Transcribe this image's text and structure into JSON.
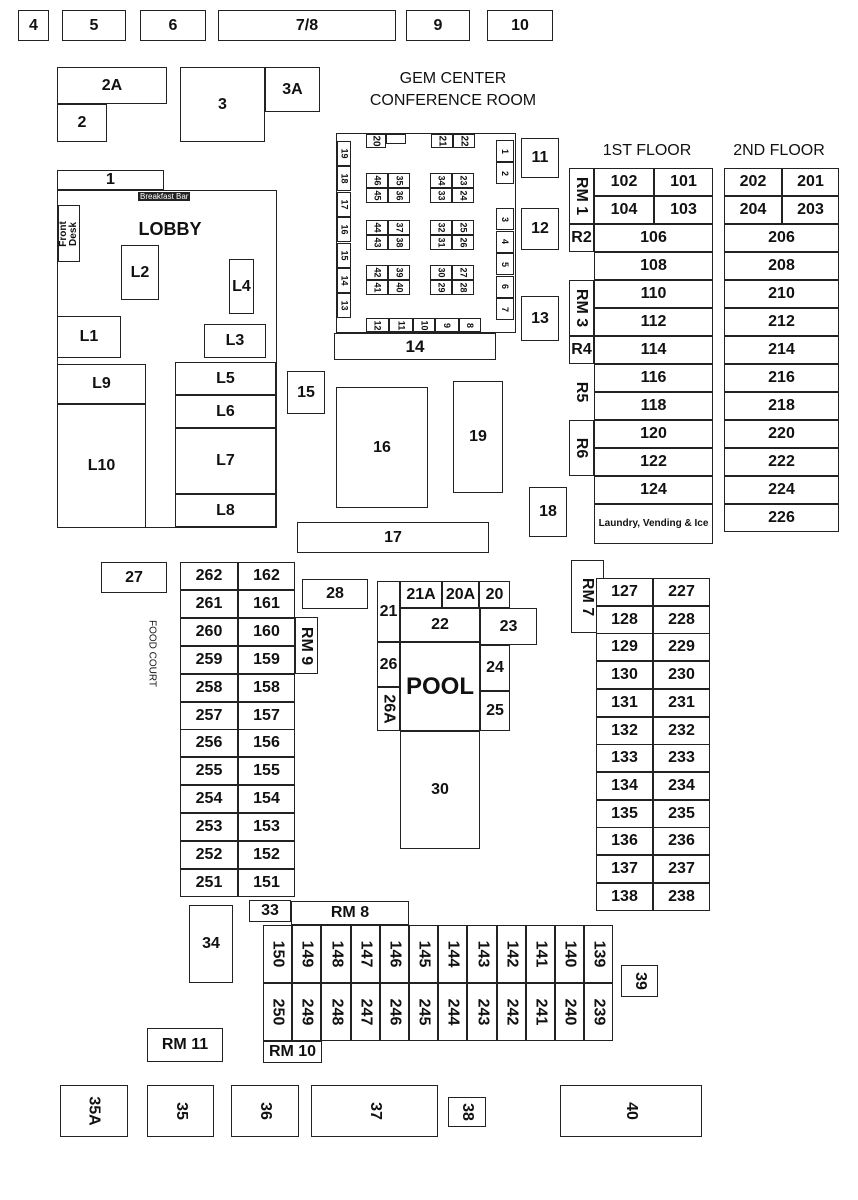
{
  "title": [
    "GEM CENTER",
    "CONFERENCE ROOM"
  ],
  "headers": {
    "first_floor": "1ST FLOOR",
    "second_floor": "2ND FLOOR"
  },
  "lobby": {
    "label": "LOBBY",
    "breakfast_bar": "Breakfast Bar",
    "food_court": "FOOD COURT"
  },
  "rooms": {
    "top": [
      "4",
      "5",
      "6",
      "7/8",
      "9",
      "10"
    ],
    "upper": [
      "2A",
      "2",
      "3",
      "3A"
    ],
    "conference_outer": [
      "11",
      "12",
      "13",
      "14"
    ],
    "conf_top": [
      "20",
      "",
      "21",
      "22"
    ],
    "conf_left": [
      "19",
      "18",
      "17",
      "16",
      "15",
      "14",
      "13"
    ],
    "conf_right": [
      "1",
      "2",
      "3",
      "4",
      "5",
      "6",
      "7"
    ],
    "conf_bottom": [
      "12",
      "11",
      "10",
      "9",
      "8"
    ],
    "conf_tables": [
      "46",
      "35",
      "45",
      "36",
      "34",
      "23",
      "33",
      "24",
      "44",
      "37",
      "43",
      "38",
      "32",
      "25",
      "31",
      "26",
      "42",
      "39",
      "41",
      "40",
      "30",
      "27",
      "29",
      "28"
    ],
    "lobby_rooms": [
      "1",
      "Front Desk",
      "L2",
      "L4",
      "L1",
      "L3",
      "L9",
      "L10",
      "L5",
      "L6",
      "L7",
      "L8"
    ],
    "middle": [
      "15",
      "16",
      "19",
      "17",
      "18"
    ],
    "first_floor": [
      "RM 1",
      "102",
      "101",
      "104",
      "103",
      "R2",
      "106",
      "108",
      "RM 3",
      "110",
      "112",
      "R4",
      "114",
      "R5",
      "116",
      "118",
      "R6",
      "120",
      "122",
      "124",
      "Laundry, Vending & Ice"
    ],
    "second_floor": [
      "202",
      "201",
      "204",
      "203",
      "206",
      "208",
      "210",
      "212",
      "214",
      "216",
      "218",
      "220",
      "222",
      "224",
      "226"
    ],
    "west_wing_left": [
      "262",
      "261",
      "260",
      "259",
      "258",
      "257",
      "256",
      "255",
      "254",
      "253",
      "252",
      "251"
    ],
    "west_wing_right": [
      "162",
      "161",
      "160",
      "159",
      "158",
      "157",
      "156",
      "155",
      "154",
      "153",
      "152",
      "151"
    ],
    "misc": [
      "27",
      "RM 9",
      "28"
    ],
    "pool": [
      "21",
      "21A",
      "20A",
      "20",
      "22",
      "23",
      "26",
      "26A",
      "POOL",
      "24",
      "25",
      "30"
    ],
    "east_wing": [
      "RM 7"
    ],
    "east_wing_left": [
      "127",
      "128",
      "129",
      "130",
      "131",
      "132",
      "133",
      "134",
      "135",
      "136",
      "137",
      "138"
    ],
    "east_wing_right": [
      "227",
      "228",
      "229",
      "230",
      "231",
      "232",
      "233",
      "234",
      "235",
      "236",
      "237",
      "238"
    ],
    "south": [
      "34",
      "33",
      "RM 8"
    ],
    "south_top": [
      "150",
      "149",
      "148",
      "147",
      "146",
      "145",
      "144",
      "143",
      "142",
      "141",
      "140",
      "139"
    ],
    "south_bottom": [
      "250",
      "249",
      "248",
      "247",
      "246",
      "245",
      "244",
      "243",
      "242",
      "241",
      "240",
      "239"
    ],
    "bottom": [
      "RM 10",
      "RM 11",
      "39",
      "35A",
      "35",
      "36",
      "37",
      "38",
      "40"
    ]
  }
}
